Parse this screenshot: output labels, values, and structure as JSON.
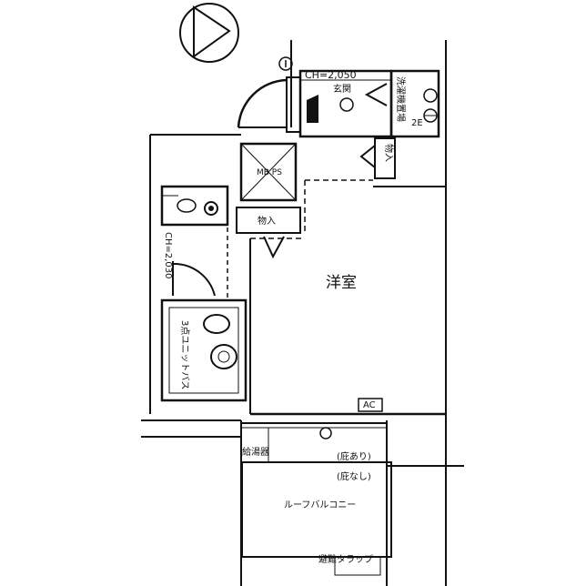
{
  "rooms": {
    "western_room": "洋室",
    "entrance": "玄関",
    "washer_space": "洗濯機置場",
    "unit_bath": "3点ユニットバス",
    "balcony": "ルーフバルコニー"
  },
  "labels": {
    "ceiling_height_entrance": "CH=2,050",
    "ceiling_height_bath": "CH=2,030",
    "mb_ps": "MB PS",
    "storage_top": "物入",
    "storage_mid": "物入",
    "ac": "AC",
    "water_heater": "給湯器",
    "with_eaves": "(庇あり)",
    "without_eaves": "(庇なし)",
    "escape_hatch": "避難タラップ",
    "floor_2e": "2E"
  },
  "icons": {
    "north_arrow": "north-arrow-icon",
    "unit_marker": "circled-i-icon"
  }
}
